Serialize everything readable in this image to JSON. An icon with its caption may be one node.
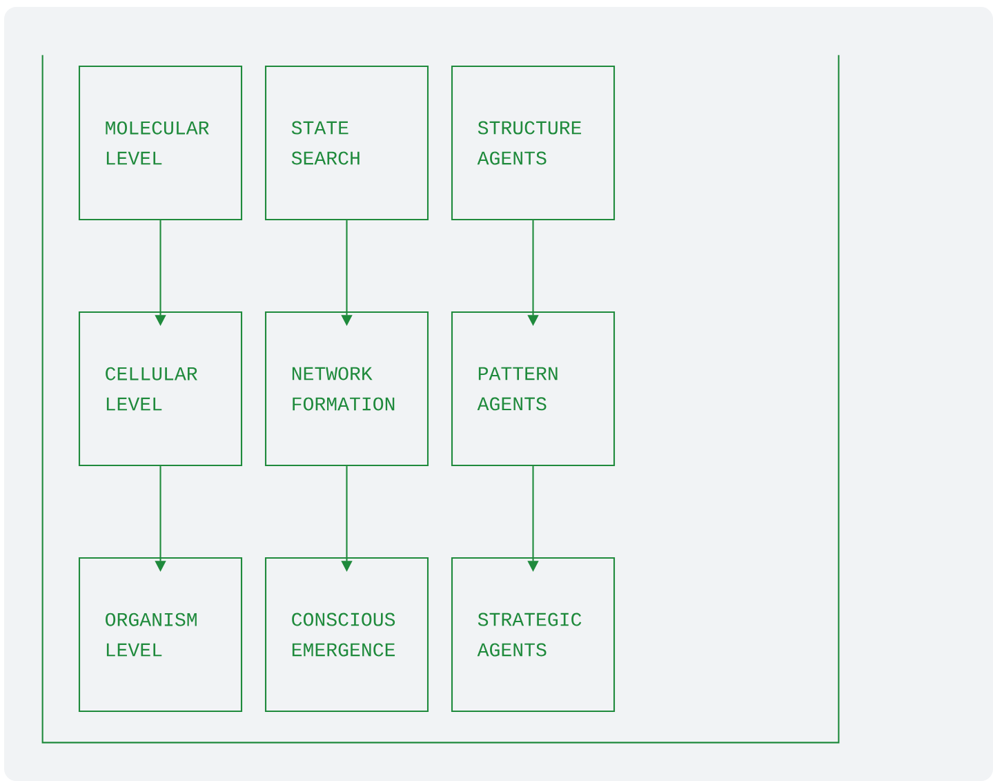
{
  "diagram": {
    "nodes": [
      {
        "text": [],
        "shape": "box"
      },
      {
        "text": [
          "MOLECULAR LEVEL"
        ],
        "in": 0
      },
      {
        "text": [
          "STATE SEARCH"
        ],
        "in": 0
      },
      {
        "text": [
          "STRUCTURE AGENTS"
        ],
        "in": 0
      },
      {
        "text": [
          "CELLULAR LEVEL"
        ],
        "in": 0
      },
      {
        "text": [
          "NETWORK FORMATION"
        ],
        "in": 0
      },
      {
        "text": [
          "PATTERN AGENTS"
        ],
        "in": 0
      },
      {
        "text": [
          "ORGANISM LEVEL"
        ],
        "in": 0
      },
      {
        "text": [
          "CONSCIOUS EMERGENCE"
        ],
        "in": 0
      },
      {
        "text": [
          "STRATEGIC AGENTS"
        ],
        "in": 0
      }
    ],
    "edges": [
      {
        "from": 1,
        "to": 4,
        "arrow": "to"
      },
      {
        "from": 2,
        "to": 5,
        "arrow": "to"
      },
      {
        "from": 3,
        "to": 6,
        "arrow": "to"
      },
      {
        "from": 4,
        "to": 7,
        "arrow": "to"
      },
      {
        "from": 5,
        "to": 8,
        "arrow": "to"
      },
      {
        "from": 6,
        "to": 9,
        "arrow": "to"
      }
    ]
  }
}
